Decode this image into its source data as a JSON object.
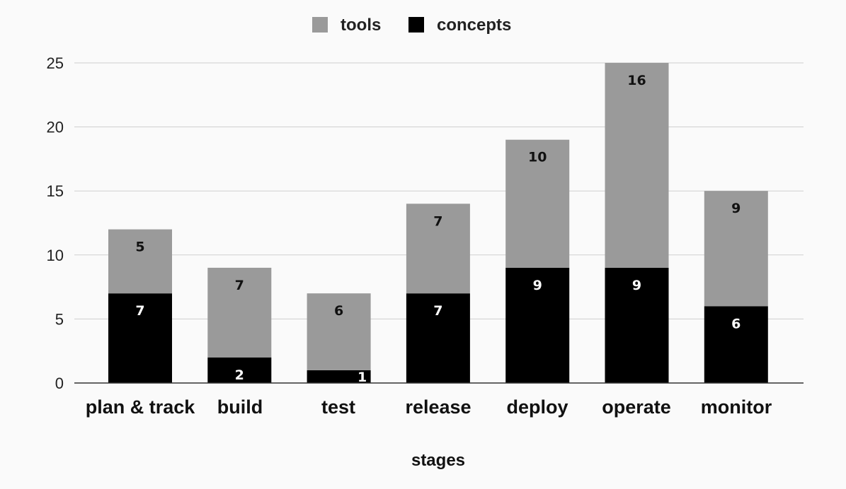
{
  "chart_data": {
    "type": "bar",
    "stacked": true,
    "categories": [
      "plan & track",
      "build",
      "test",
      "release",
      "deploy",
      "operate",
      "monitor"
    ],
    "series": [
      {
        "name": "concepts",
        "values": [
          7,
          2,
          1,
          7,
          9,
          9,
          6
        ],
        "color": "#000000",
        "label_color": "#ffffff"
      },
      {
        "name": "tools",
        "values": [
          5,
          7,
          6,
          7,
          10,
          16,
          9
        ],
        "color": "#9a9a9a",
        "label_color": "#111111"
      }
    ],
    "legend": [
      {
        "name": "tools",
        "color": "#9a9a9a"
      },
      {
        "name": "concepts",
        "color": "#000000"
      }
    ],
    "legend_position": "top",
    "xlabel": "stages",
    "ylabel": "",
    "ylim": [
      0,
      25
    ],
    "yticks": [
      0,
      5,
      10,
      15,
      20,
      25
    ],
    "grid": true
  }
}
